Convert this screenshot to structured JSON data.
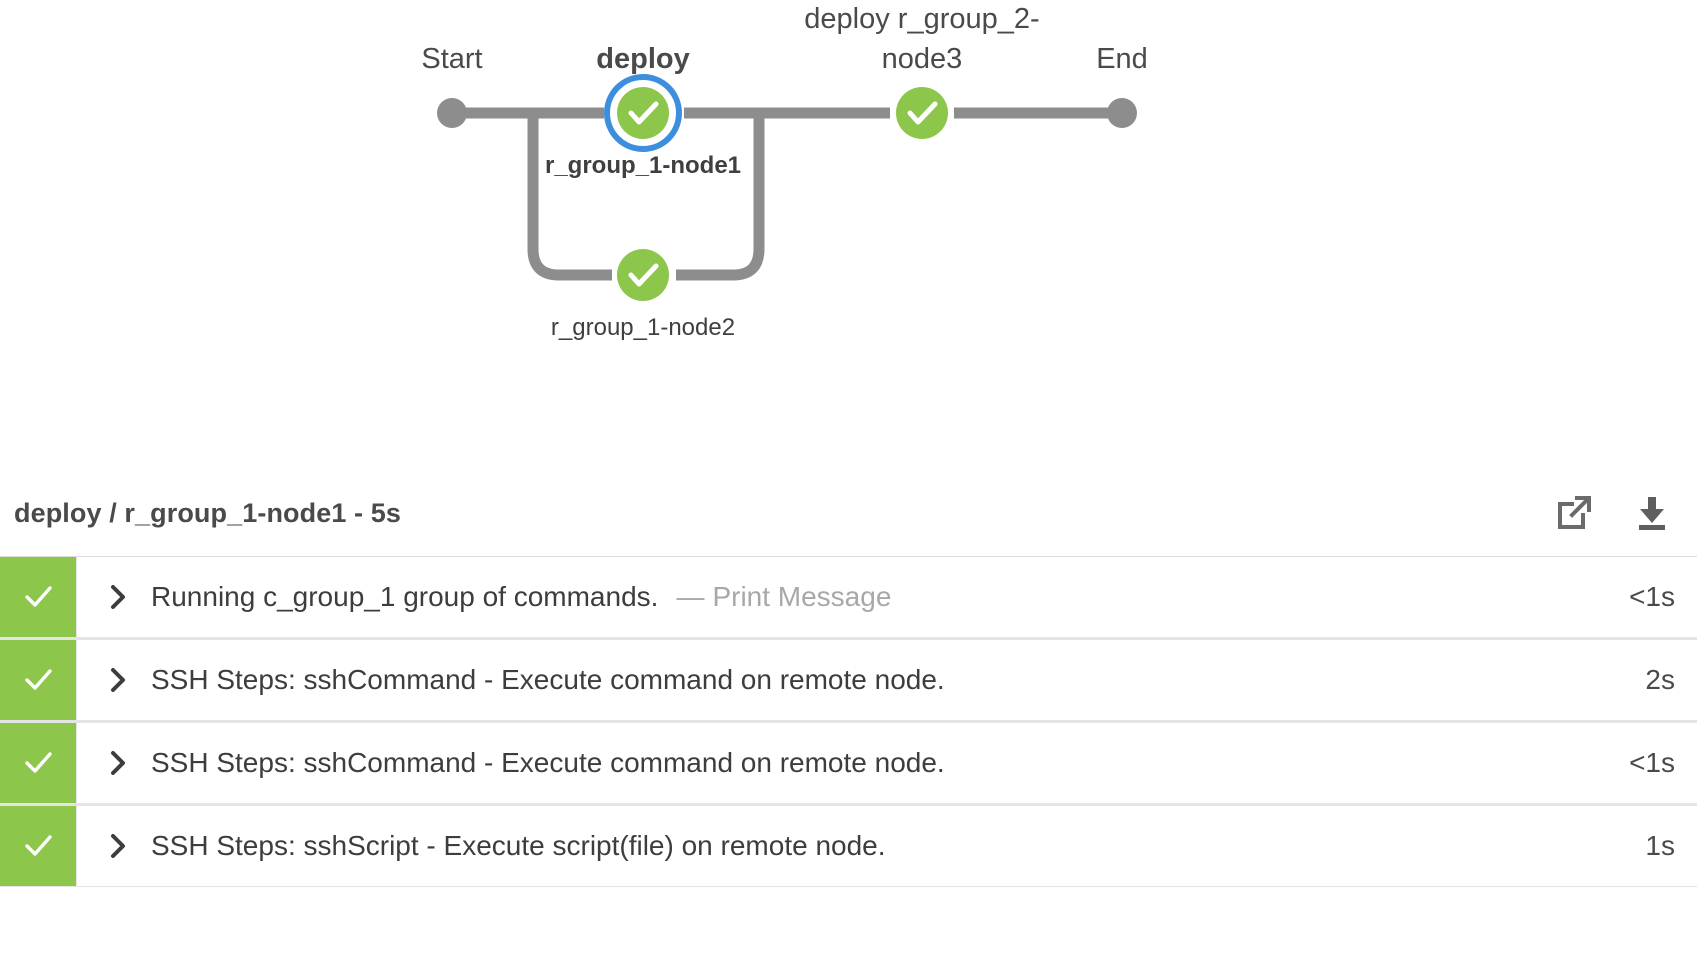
{
  "graph": {
    "start_label": "Start",
    "end_label": "End",
    "stages": [
      {
        "id": "deploy",
        "label": "deploy",
        "selected": true
      },
      {
        "id": "deploy-r-group-2-node3",
        "label": "deploy r_group_2-node3",
        "selected": false
      }
    ],
    "nodes": [
      {
        "id": "r_group_1-node1",
        "label": "r_group_1-node1",
        "status": "success",
        "selected": true
      },
      {
        "id": "r_group_1-node2",
        "label": "r_group_1-node2",
        "status": "success",
        "selected": false
      },
      {
        "id": "r_group_2-node3",
        "label": "",
        "status": "success",
        "selected": false
      }
    ],
    "colors": {
      "success": "#8cc64b",
      "selection_ring": "#3d8fdd",
      "terminal": "#8d8d8d",
      "edge": "#8d8d8d"
    }
  },
  "details": {
    "title": "deploy / r_group_1-node1 - 5s",
    "actions": [
      {
        "id": "open-in-new-window",
        "icon": "external-link-icon",
        "label": "Open in new window"
      },
      {
        "id": "download-logs",
        "icon": "download-icon",
        "label": "Download logs"
      }
    ],
    "rows": [
      {
        "status": "success",
        "status_icon": "check-icon",
        "expand_icon": "chevron-right-icon",
        "text": "Running c_group_1 group of commands.",
        "sub": "Print Message",
        "duration": "<1s"
      },
      {
        "status": "success",
        "status_icon": "check-icon",
        "expand_icon": "chevron-right-icon",
        "text": "SSH Steps: sshCommand - Execute command on remote node.",
        "sub": "",
        "duration": "2s"
      },
      {
        "status": "success",
        "status_icon": "check-icon",
        "expand_icon": "chevron-right-icon",
        "text": "SSH Steps: sshCommand - Execute command on remote node.",
        "sub": "",
        "duration": "<1s"
      },
      {
        "status": "success",
        "status_icon": "check-icon",
        "expand_icon": "chevron-right-icon",
        "text": "SSH Steps: sshScript - Execute script(file) on remote node.",
        "sub": "",
        "duration": "1s"
      }
    ]
  }
}
